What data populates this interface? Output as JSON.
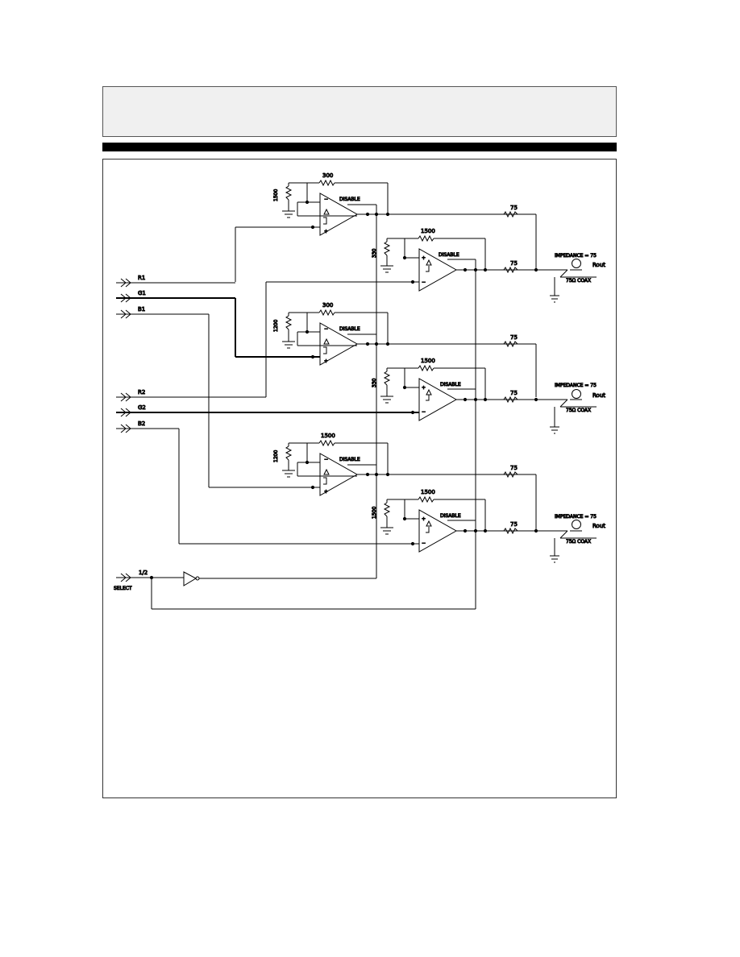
{
  "labels": {
    "inputs": [
      "R1",
      "G1",
      "B1",
      "R2",
      "G2",
      "B2"
    ],
    "select_pin": "1/2",
    "select": "SELECT",
    "disable": "DISABLE",
    "r300": "300",
    "r1500": "1500",
    "r75": "75",
    "r330": "330",
    "r1200": "1200",
    "impedance": "IMPEDANCE = 75",
    "rout": "Rout",
    "coax": "75Ω COAX",
    "plus": "+",
    "minus": "−"
  }
}
